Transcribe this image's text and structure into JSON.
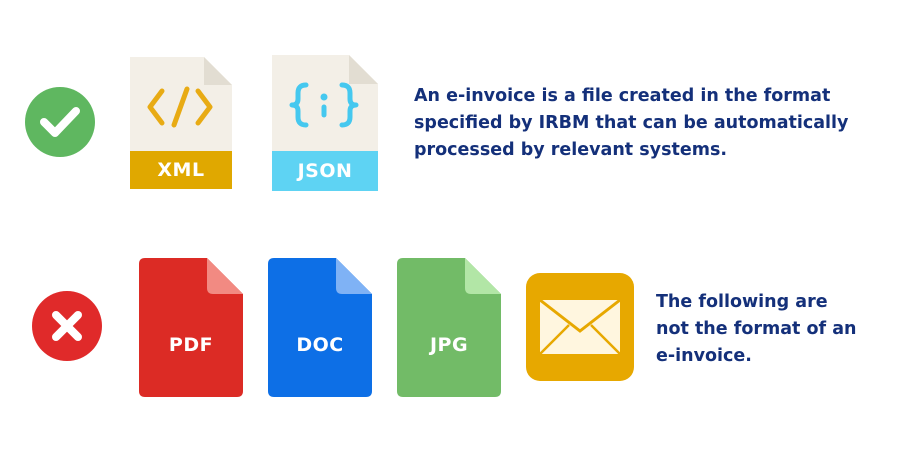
{
  "accepted": {
    "files": [
      {
        "label": "XML",
        "icon": "code-brackets-icon",
        "color": "#e0a800"
      },
      {
        "label": "JSON",
        "icon": "curly-braces-icon",
        "color": "#5ed3f3"
      }
    ],
    "text_lines": [
      "An e-invoice is a file created in the format",
      "specified by IRBM that can be automatically",
      "processed by relevant systems."
    ],
    "status_color": "#5fb760"
  },
  "rejected": {
    "files": [
      {
        "label": "PDF",
        "color": "#dc2b25"
      },
      {
        "label": "DOC",
        "color": "#0d6fe6"
      },
      {
        "label": "JPG",
        "color": "#72bb67"
      }
    ],
    "email_icon": "envelope-icon",
    "email_color": "#e7a800",
    "text_lines": [
      "The following are",
      "not the format of an",
      "e-invoice."
    ],
    "status_color": "#e02a2a"
  }
}
